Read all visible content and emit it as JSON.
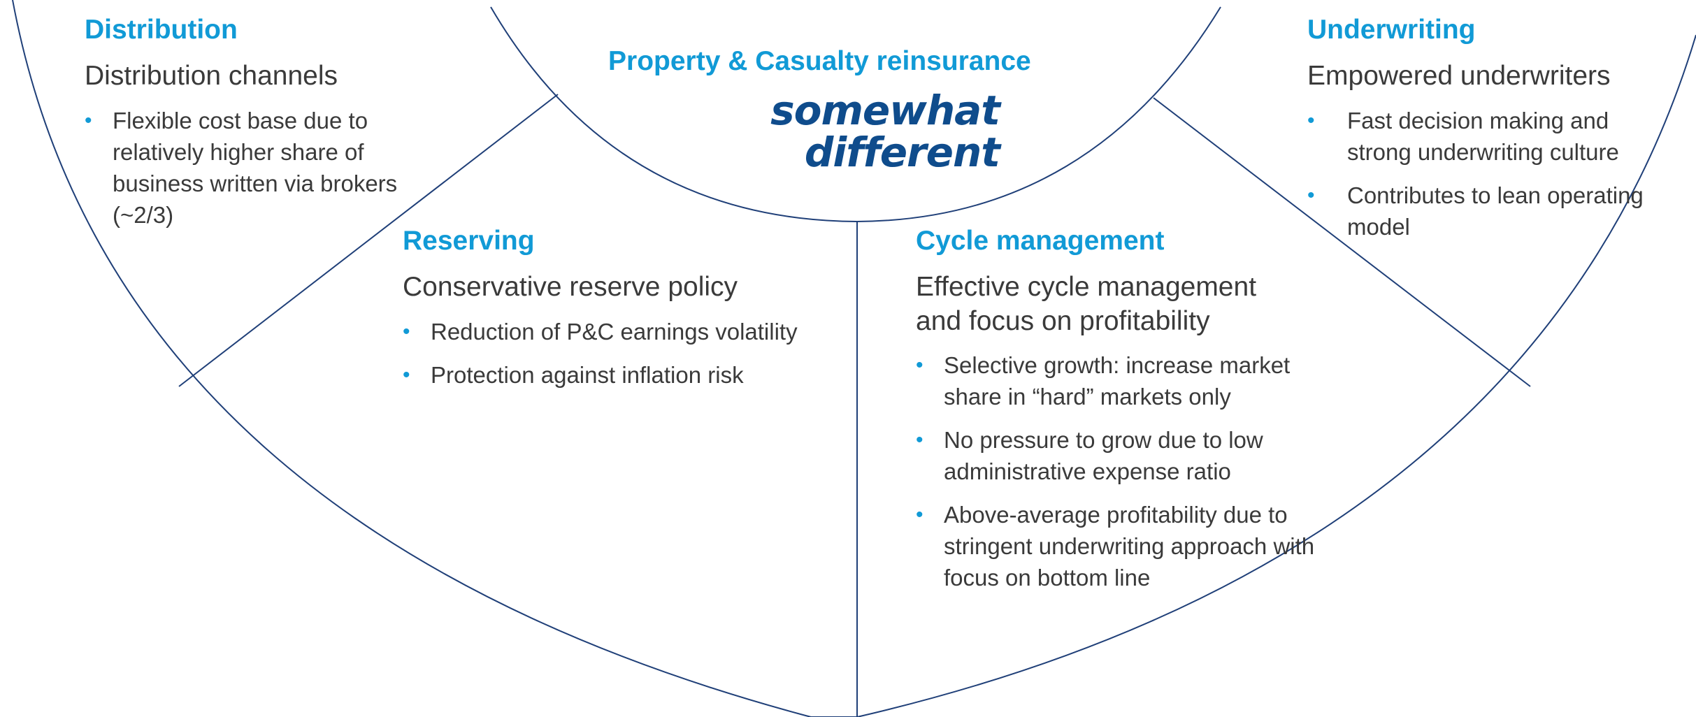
{
  "center": {
    "title": "Property & Casualty reinsurance",
    "logo_line1": "somewhat",
    "logo_line2": "different"
  },
  "sections": {
    "distribution": {
      "heading": "Distribution",
      "subtitle": "Distribution channels",
      "bullets": [
        "Flexible cost base due to relatively higher share of business written via brokers (~2/3)"
      ]
    },
    "reserving": {
      "heading": "Reserving",
      "subtitle": "Conservative reserve policy",
      "bullets": [
        "Reduction of P&C earnings volatility",
        "Protection against inflation risk"
      ]
    },
    "cycle_management": {
      "heading": "Cycle management",
      "subtitle": "Effective cycle management and focus on profitability",
      "bullets": [
        "Selective growth: increase market share in “hard” markets only",
        "No pressure to grow due to low administrative expense ratio",
        "Above-average profitability due to stringent underwriting approach with focus on bottom line"
      ]
    },
    "underwriting": {
      "heading": "Underwriting",
      "subtitle": "Empowered underwriters",
      "bullets": [
        "Fast decision making and strong underwriting culture",
        "Contributes to lean operating model"
      ]
    }
  },
  "colors": {
    "heading": "#119ad6",
    "logo": "#0f4c8c",
    "lines": "#1f3f78",
    "text": "#3a3a3a"
  }
}
